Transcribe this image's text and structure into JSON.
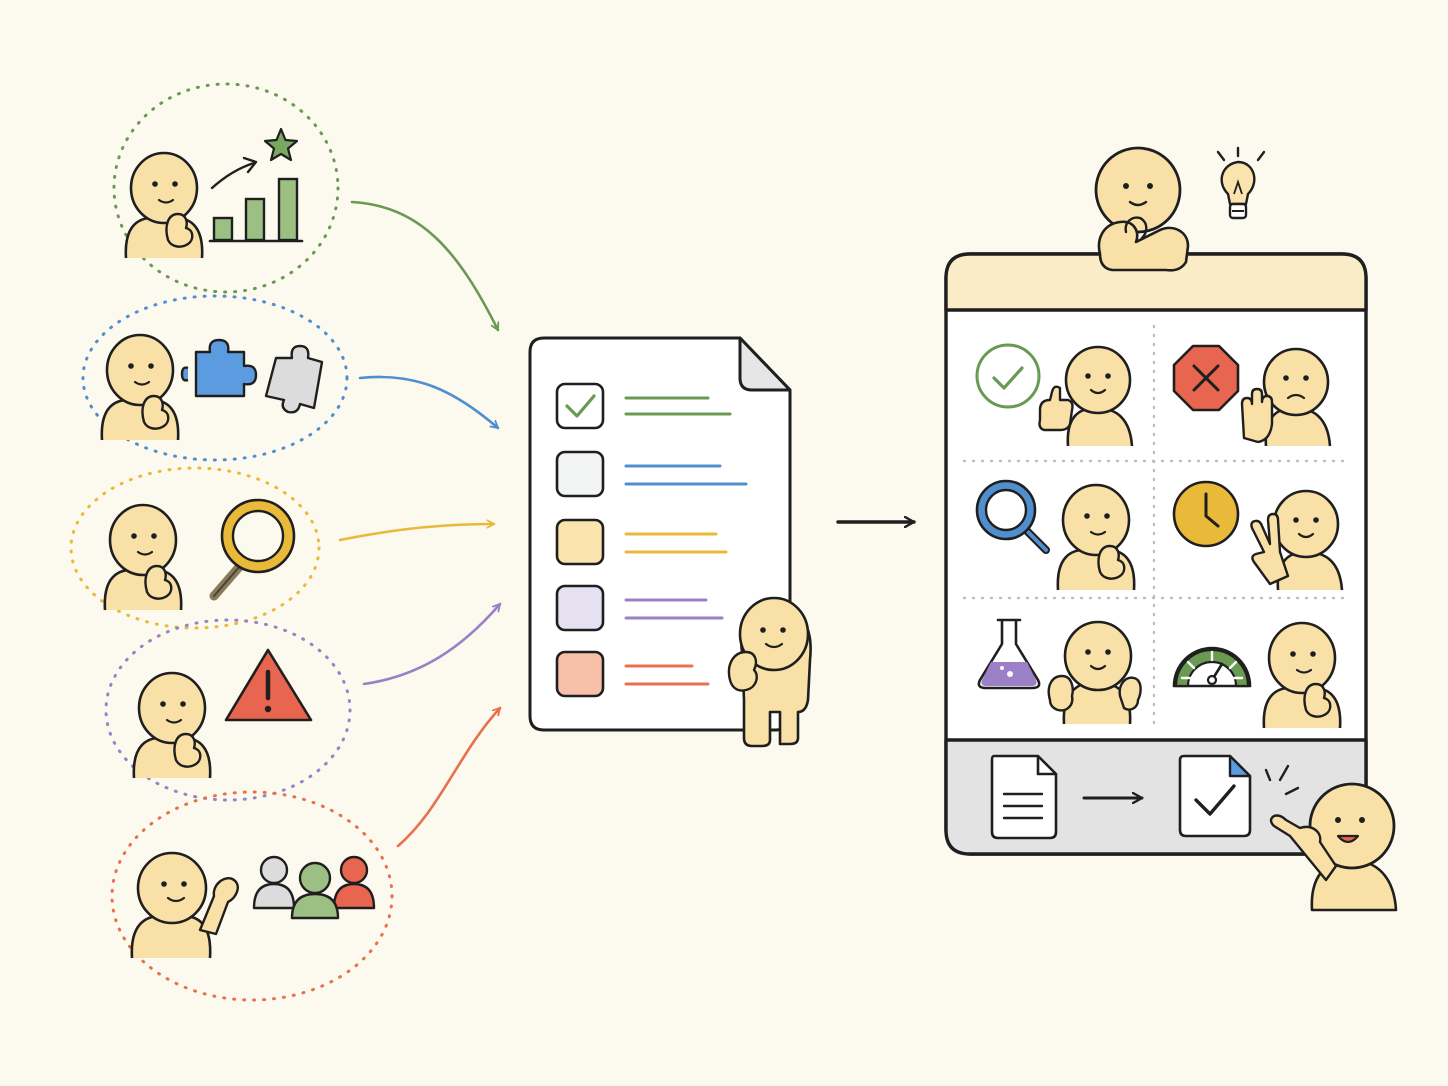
{
  "palette": {
    "background": "#fcf9ef",
    "outline": "#1f1f1f",
    "skin": "#f8e0a6",
    "green": "#6a9a52",
    "green_fill": "#9cc083",
    "blue": "#4f8fcf",
    "blue_fill": "#5b9be0",
    "yellow": "#e9b93a",
    "purple": "#9a80c6",
    "orange": "#e8704d",
    "red_fill": "#e8654f",
    "gray_fill": "#dcdcdc",
    "panel_header": "#fbecc8",
    "panel_footer": "#e3e3e3"
  },
  "inputs": [
    {
      "name": "progress-chart-icon",
      "stroke": "#6a9a52"
    },
    {
      "name": "puzzle-pieces-icon",
      "stroke": "#4f8fcf"
    },
    {
      "name": "magnifier-icon",
      "stroke": "#e9b93a"
    },
    {
      "name": "warning-icon",
      "stroke": "#9a80c6"
    },
    {
      "name": "team-people-icon",
      "stroke": "#e8704d"
    }
  ],
  "checklist": {
    "rows": [
      {
        "state": "checked",
        "box_fill": "#ffffff",
        "line": "#6a9a52"
      },
      {
        "state": "empty",
        "box_fill": "#f2f3f3",
        "line": "#4f8fcf"
      },
      {
        "state": "empty",
        "box_fill": "#fbe3ad",
        "line": "#e9b93a"
      },
      {
        "state": "empty",
        "box_fill": "#e6e1f0",
        "line": "#9a80c6"
      },
      {
        "state": "empty",
        "box_fill": "#f7c0a8",
        "line": "#e8704d"
      }
    ]
  },
  "panel": {
    "cells": [
      {
        "icon": "approved-check-icon",
        "figure": "thumbs-up"
      },
      {
        "icon": "stop-x-icon",
        "figure": "hand-up"
      },
      {
        "icon": "magnifier-icon",
        "figure": "thinking"
      },
      {
        "icon": "clock-icon",
        "figure": "peace-sign"
      },
      {
        "icon": "flask-icon",
        "figure": "hands"
      },
      {
        "icon": "gauge-icon",
        "figure": "thinking"
      }
    ],
    "footer": [
      "document-icon",
      "arrow-right-icon",
      "document-check-icon"
    ]
  }
}
